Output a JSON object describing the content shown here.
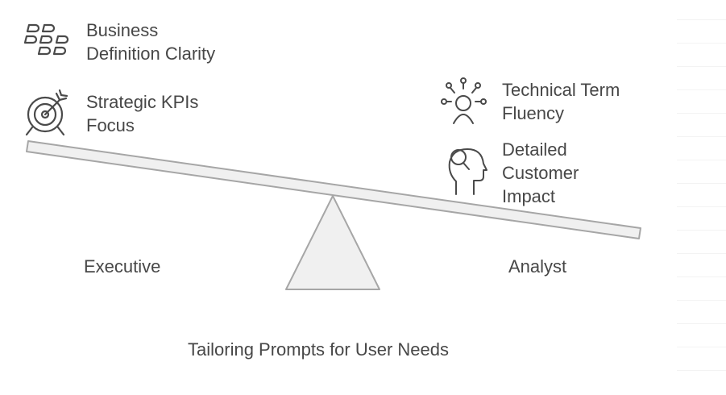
{
  "title": "Tailoring Prompts for User Needs",
  "left_side": {
    "label": "Executive",
    "items": [
      {
        "icon": "blackberry-logo-icon",
        "lines": [
          "Business",
          "Definition Clarity"
        ]
      },
      {
        "icon": "target-arrow-icon",
        "lines": [
          "Strategic KPIs",
          "Focus"
        ]
      }
    ]
  },
  "right_side": {
    "label": "Analyst",
    "items": [
      {
        "icon": "user-ideas-icon",
        "lines": [
          "Technical Term",
          "Fluency"
        ]
      },
      {
        "icon": "head-search-icon",
        "lines": [
          "Detailed",
          "Customer",
          "Impact"
        ]
      }
    ]
  },
  "colors": {
    "text": "#474747",
    "beam_fill": "#f0f0f0",
    "outline": "#a6a6a6",
    "icon": "#4a4a4a"
  }
}
